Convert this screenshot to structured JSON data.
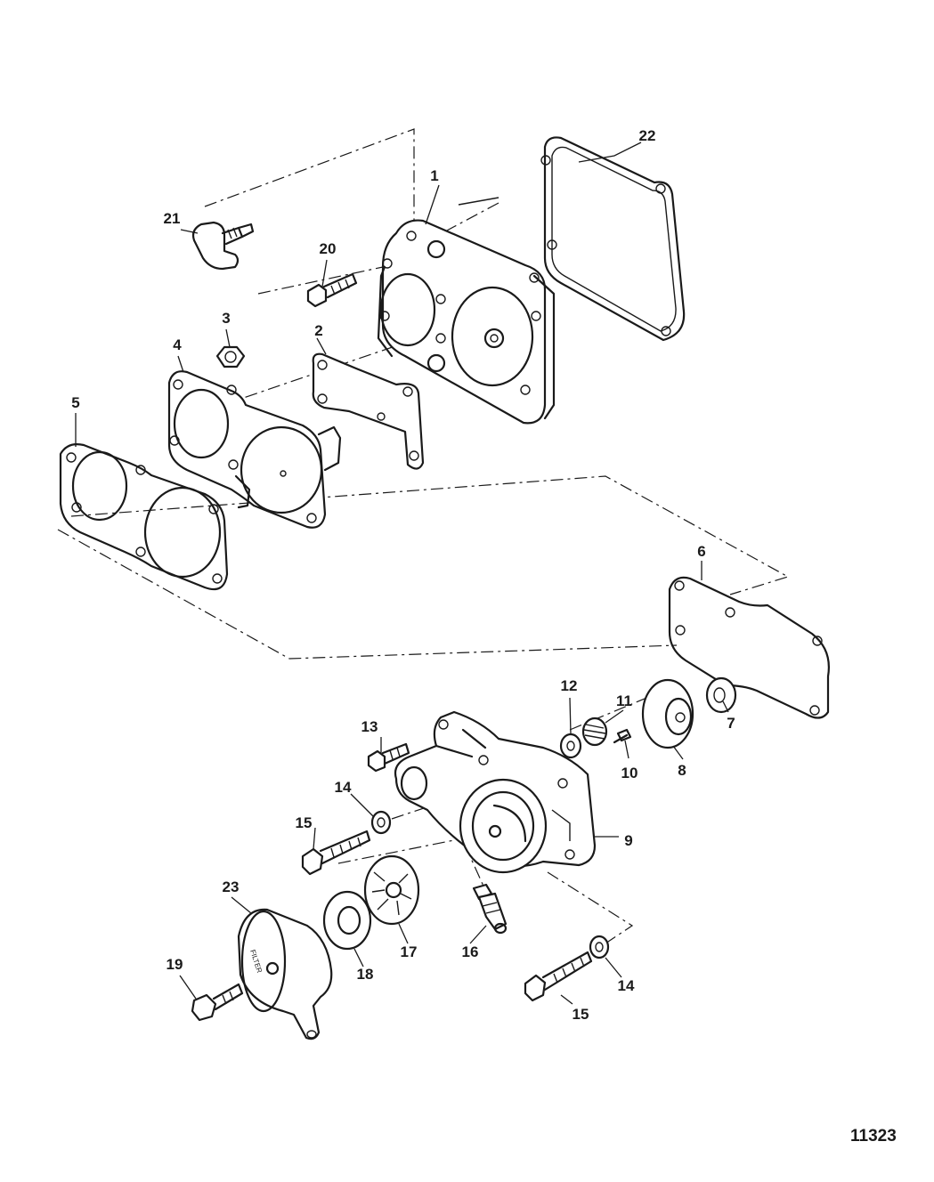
{
  "callouts": {
    "c1": "1",
    "c2": "2",
    "c3": "3",
    "c4": "4",
    "c5": "5",
    "c6": "6",
    "c7": "7",
    "c8": "8",
    "c9": "9",
    "c10": "10",
    "c11": "11",
    "c12": "12",
    "c13": "13",
    "c14a": "14",
    "c14b": "14",
    "c15a": "15",
    "c15b": "15",
    "c16": "16",
    "c17": "17",
    "c18": "18",
    "c19": "19",
    "c20": "20",
    "c21": "21",
    "c22": "22",
    "c23": "23"
  },
  "filter_stamp": "FILTER",
  "figure_number": "11323"
}
